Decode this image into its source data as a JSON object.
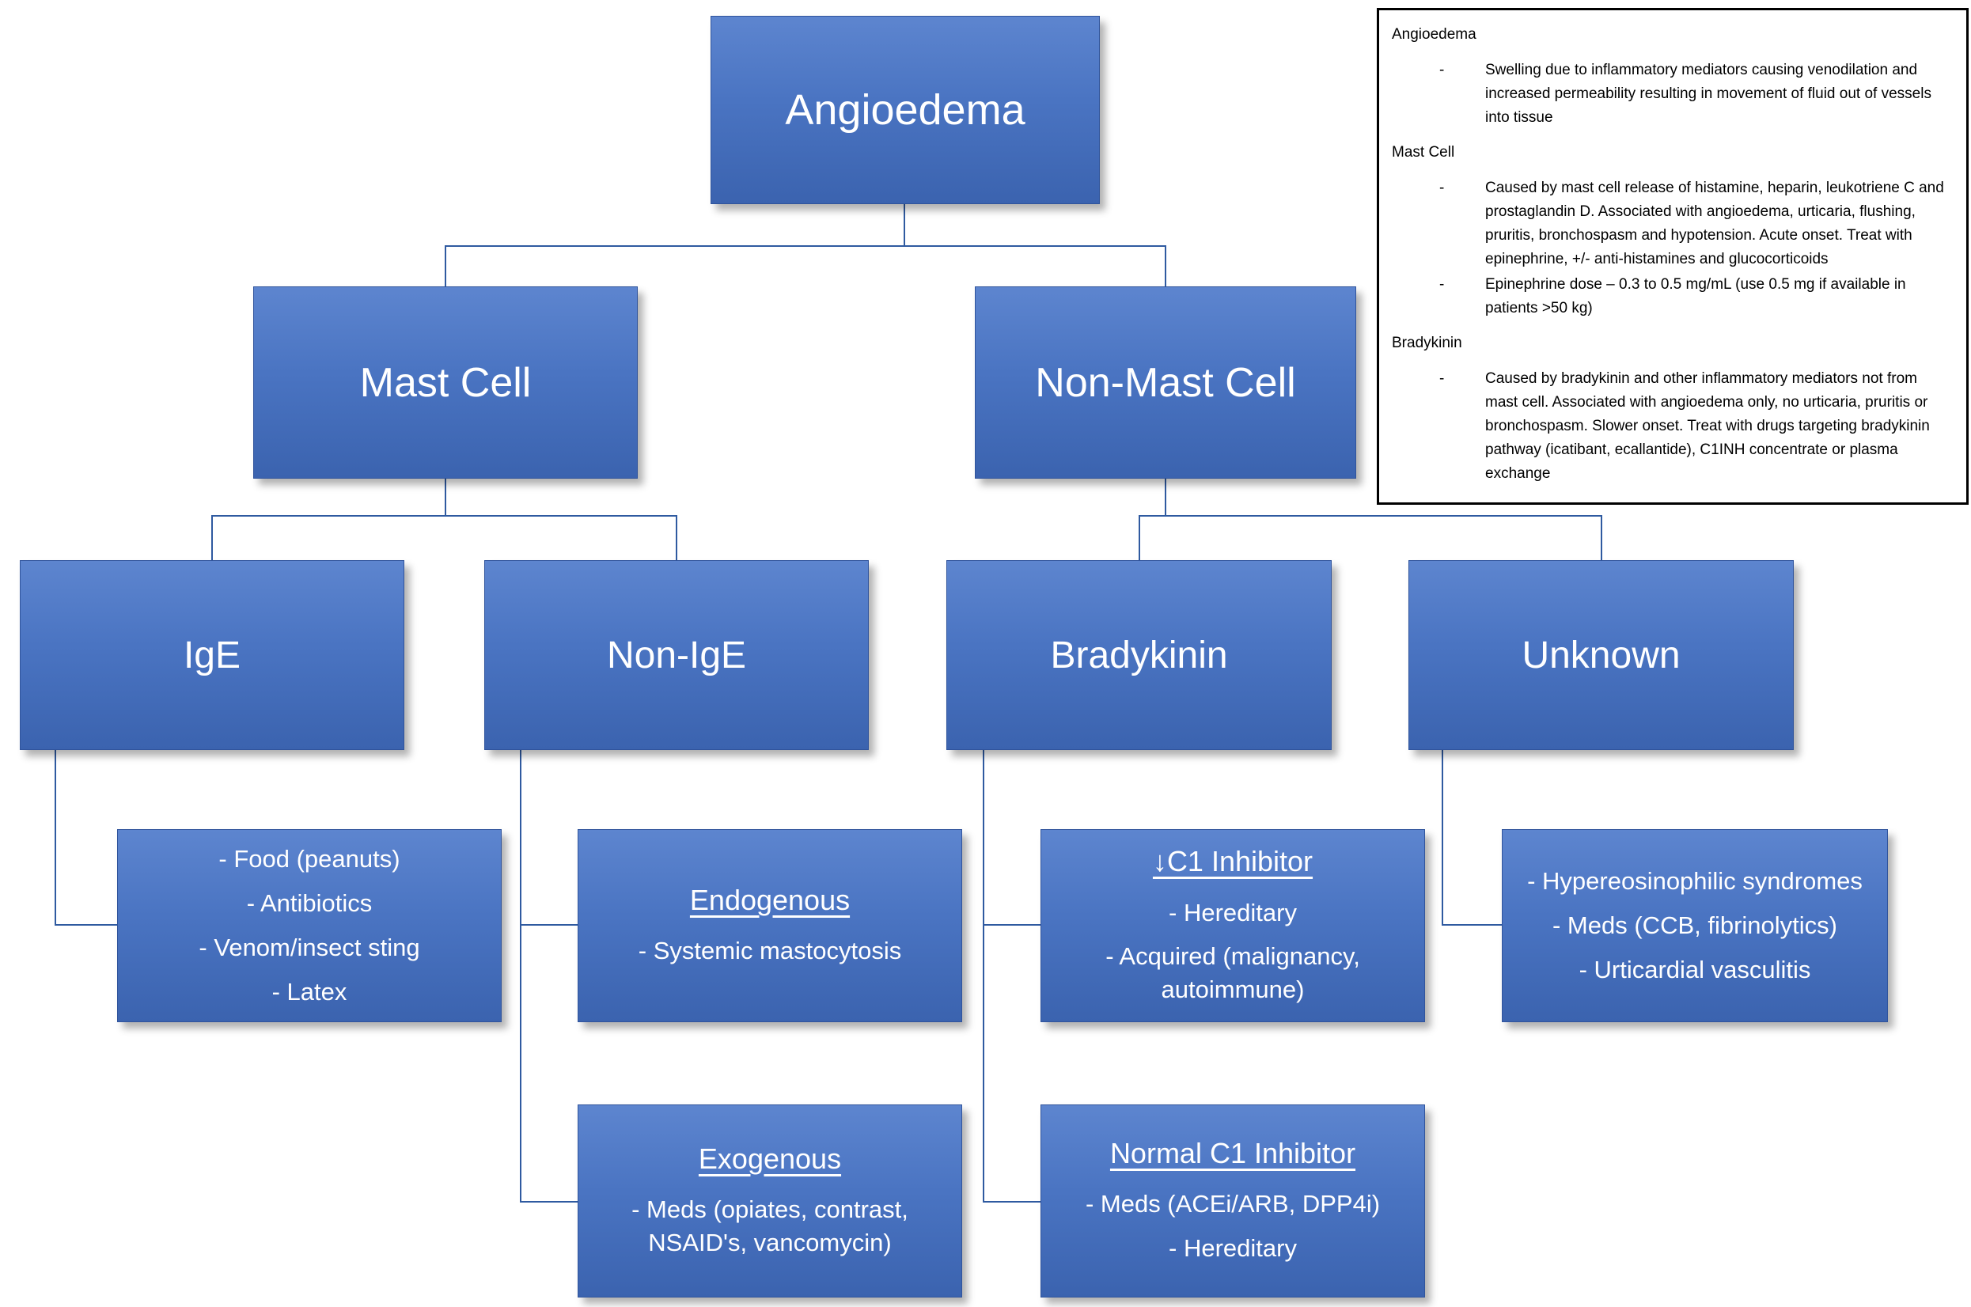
{
  "title": "Angioedema flowchart",
  "colors": {
    "node_fill_top": "#5d85cf",
    "node_fill_bottom": "#3b63af",
    "node_border": "#30549c",
    "connector": "#2f5aa0",
    "node_text": "#ffffff",
    "notes_border": "#000000",
    "notes_text": "#000000",
    "background": "#ffffff"
  },
  "nodes": {
    "angioedema": {
      "title": "Angioedema"
    },
    "mast_cell": {
      "title": "Mast Cell"
    },
    "non_mast_cell": {
      "title": "Non-Mast Cell"
    },
    "ige": {
      "title": "IgE"
    },
    "non_ige": {
      "title": "Non-IgE"
    },
    "bradykinin": {
      "title": "Bradykinin"
    },
    "unknown": {
      "title": "Unknown"
    },
    "ige_causes": {
      "lines": [
        "- Food (peanuts)",
        "- Antibiotics",
        "- Venom/insect sting",
        "- Latex"
      ]
    },
    "endogenous": {
      "heading": "Endogenous",
      "lines": [
        "- Systemic mastocytosis"
      ]
    },
    "exogenous": {
      "heading": "Exogenous",
      "lines": [
        "- Meds (opiates, contrast, NSAID's, vancomycin)"
      ]
    },
    "low_c1_inhibitor": {
      "heading": "↓C1 Inhibitor",
      "lines": [
        "- Hereditary",
        "- Acquired (malignancy, autoimmune)"
      ]
    },
    "normal_c1_inhibitor": {
      "heading": "Normal C1 Inhibitor",
      "lines": [
        "- Meds (ACEi/ARB, DPP4i)",
        "- Hereditary"
      ]
    },
    "unknown_causes": {
      "lines": [
        "- Hypereosinophilic syndromes",
        "- Meds (CCB, fibrinolytics)",
        "- Urticardial vasculitis"
      ]
    }
  },
  "notes": {
    "sections": [
      {
        "heading": "Angioedema",
        "bullets": [
          "Swelling due to inflammatory mediators causing venodilation and increased permeability resulting in movement of fluid out of vessels into tissue"
        ]
      },
      {
        "heading": "Mast Cell",
        "bullets": [
          "Caused by mast cell release of histamine, heparin, leukotriene C and prostaglandin D. Associated with angioedema, urticaria, flushing, pruritis, bronchospasm and hypotension. Acute onset. Treat with epinephrine, +/- anti-histamines and glucocorticoids",
          "Epinephrine dose – 0.3 to 0.5 mg/mL (use 0.5 mg if available in patients >50 kg)"
        ]
      },
      {
        "heading": "Bradykinin",
        "bullets": [
          "Caused by bradykinin and other inflammatory mediators not from mast cell. Associated with angioedema only, no urticaria, pruritis or bronchospasm. Slower onset. Treat with drugs targeting bradykinin pathway (icatibant, ecallantide), C1INH concentrate or plasma exchange"
        ]
      }
    ]
  }
}
